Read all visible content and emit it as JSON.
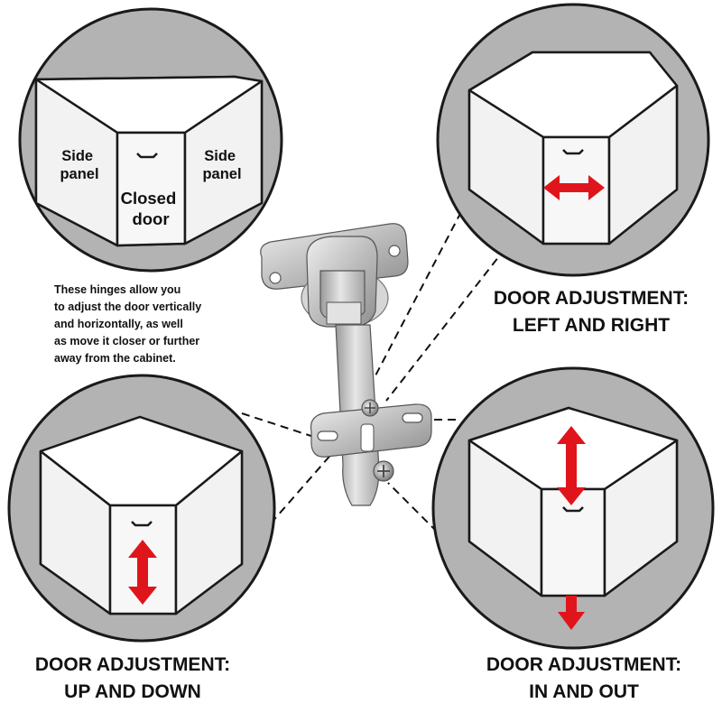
{
  "labels": {
    "side_panel_left": [
      "Side",
      "panel"
    ],
    "side_panel_right": [
      "Side",
      "panel"
    ],
    "closed_door": [
      "Closed",
      "door"
    ]
  },
  "description": {
    "lines": [
      "These hinges allow you",
      "to adjust the door vertically",
      "and horizontally, as well",
      "as move it closer or further",
      "away from the cabinet."
    ]
  },
  "headings": {
    "left_right": [
      "DOOR ADJUSTMENT:",
      "LEFT AND RIGHT"
    ],
    "up_down": [
      "DOOR ADJUSTMENT:",
      "UP AND DOWN"
    ],
    "in_out": [
      "DOOR ADJUSTMENT:",
      "IN AND OUT"
    ]
  },
  "colors": {
    "circle_fill": "#b3b3b3",
    "outline": "#1a1a1a",
    "panel": "#f2f2f2",
    "arrow": "#e0151b",
    "hinge_metal": "#c9c9c9"
  },
  "icons": [
    "double-arrow-horizontal-icon",
    "double-arrow-vertical-icon",
    "hinge-icon"
  ]
}
